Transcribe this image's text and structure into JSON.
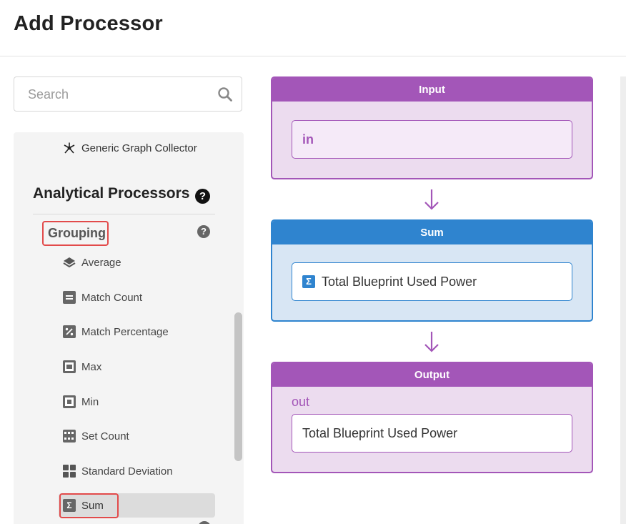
{
  "page": {
    "title": "Add Processor"
  },
  "search": {
    "placeholder": "Search",
    "value": ""
  },
  "sidebar": {
    "top_item": {
      "label": "Generic Graph Collector",
      "icon": "graph-collector-icon"
    },
    "section": {
      "title": "Analytical Processors",
      "help": "?"
    },
    "group": {
      "title": "Grouping",
      "help": "?"
    },
    "items": [
      {
        "label": "Average",
        "icon": "layers-icon"
      },
      {
        "label": "Match Count",
        "icon": "equals-icon"
      },
      {
        "label": "Match Percentage",
        "icon": "percent-icon"
      },
      {
        "label": "Max",
        "icon": "max-icon"
      },
      {
        "label": "Min",
        "icon": "min-icon"
      },
      {
        "label": "Set Count",
        "icon": "set-count-icon"
      },
      {
        "label": "Standard Deviation",
        "icon": "grid-icon"
      },
      {
        "label": "Sum",
        "icon": "sigma-icon",
        "selected": true
      }
    ]
  },
  "flow": {
    "input": {
      "header": "Input",
      "field": "in"
    },
    "sum": {
      "header": "Sum",
      "field": "Total Blueprint Used Power",
      "icon": "sigma-icon"
    },
    "output": {
      "header": "Output",
      "label": "out",
      "field": "Total Blueprint Used Power"
    }
  },
  "colors": {
    "purple": "#a356b8",
    "blue": "#2f84cf",
    "highlight": "#e24a4a"
  }
}
